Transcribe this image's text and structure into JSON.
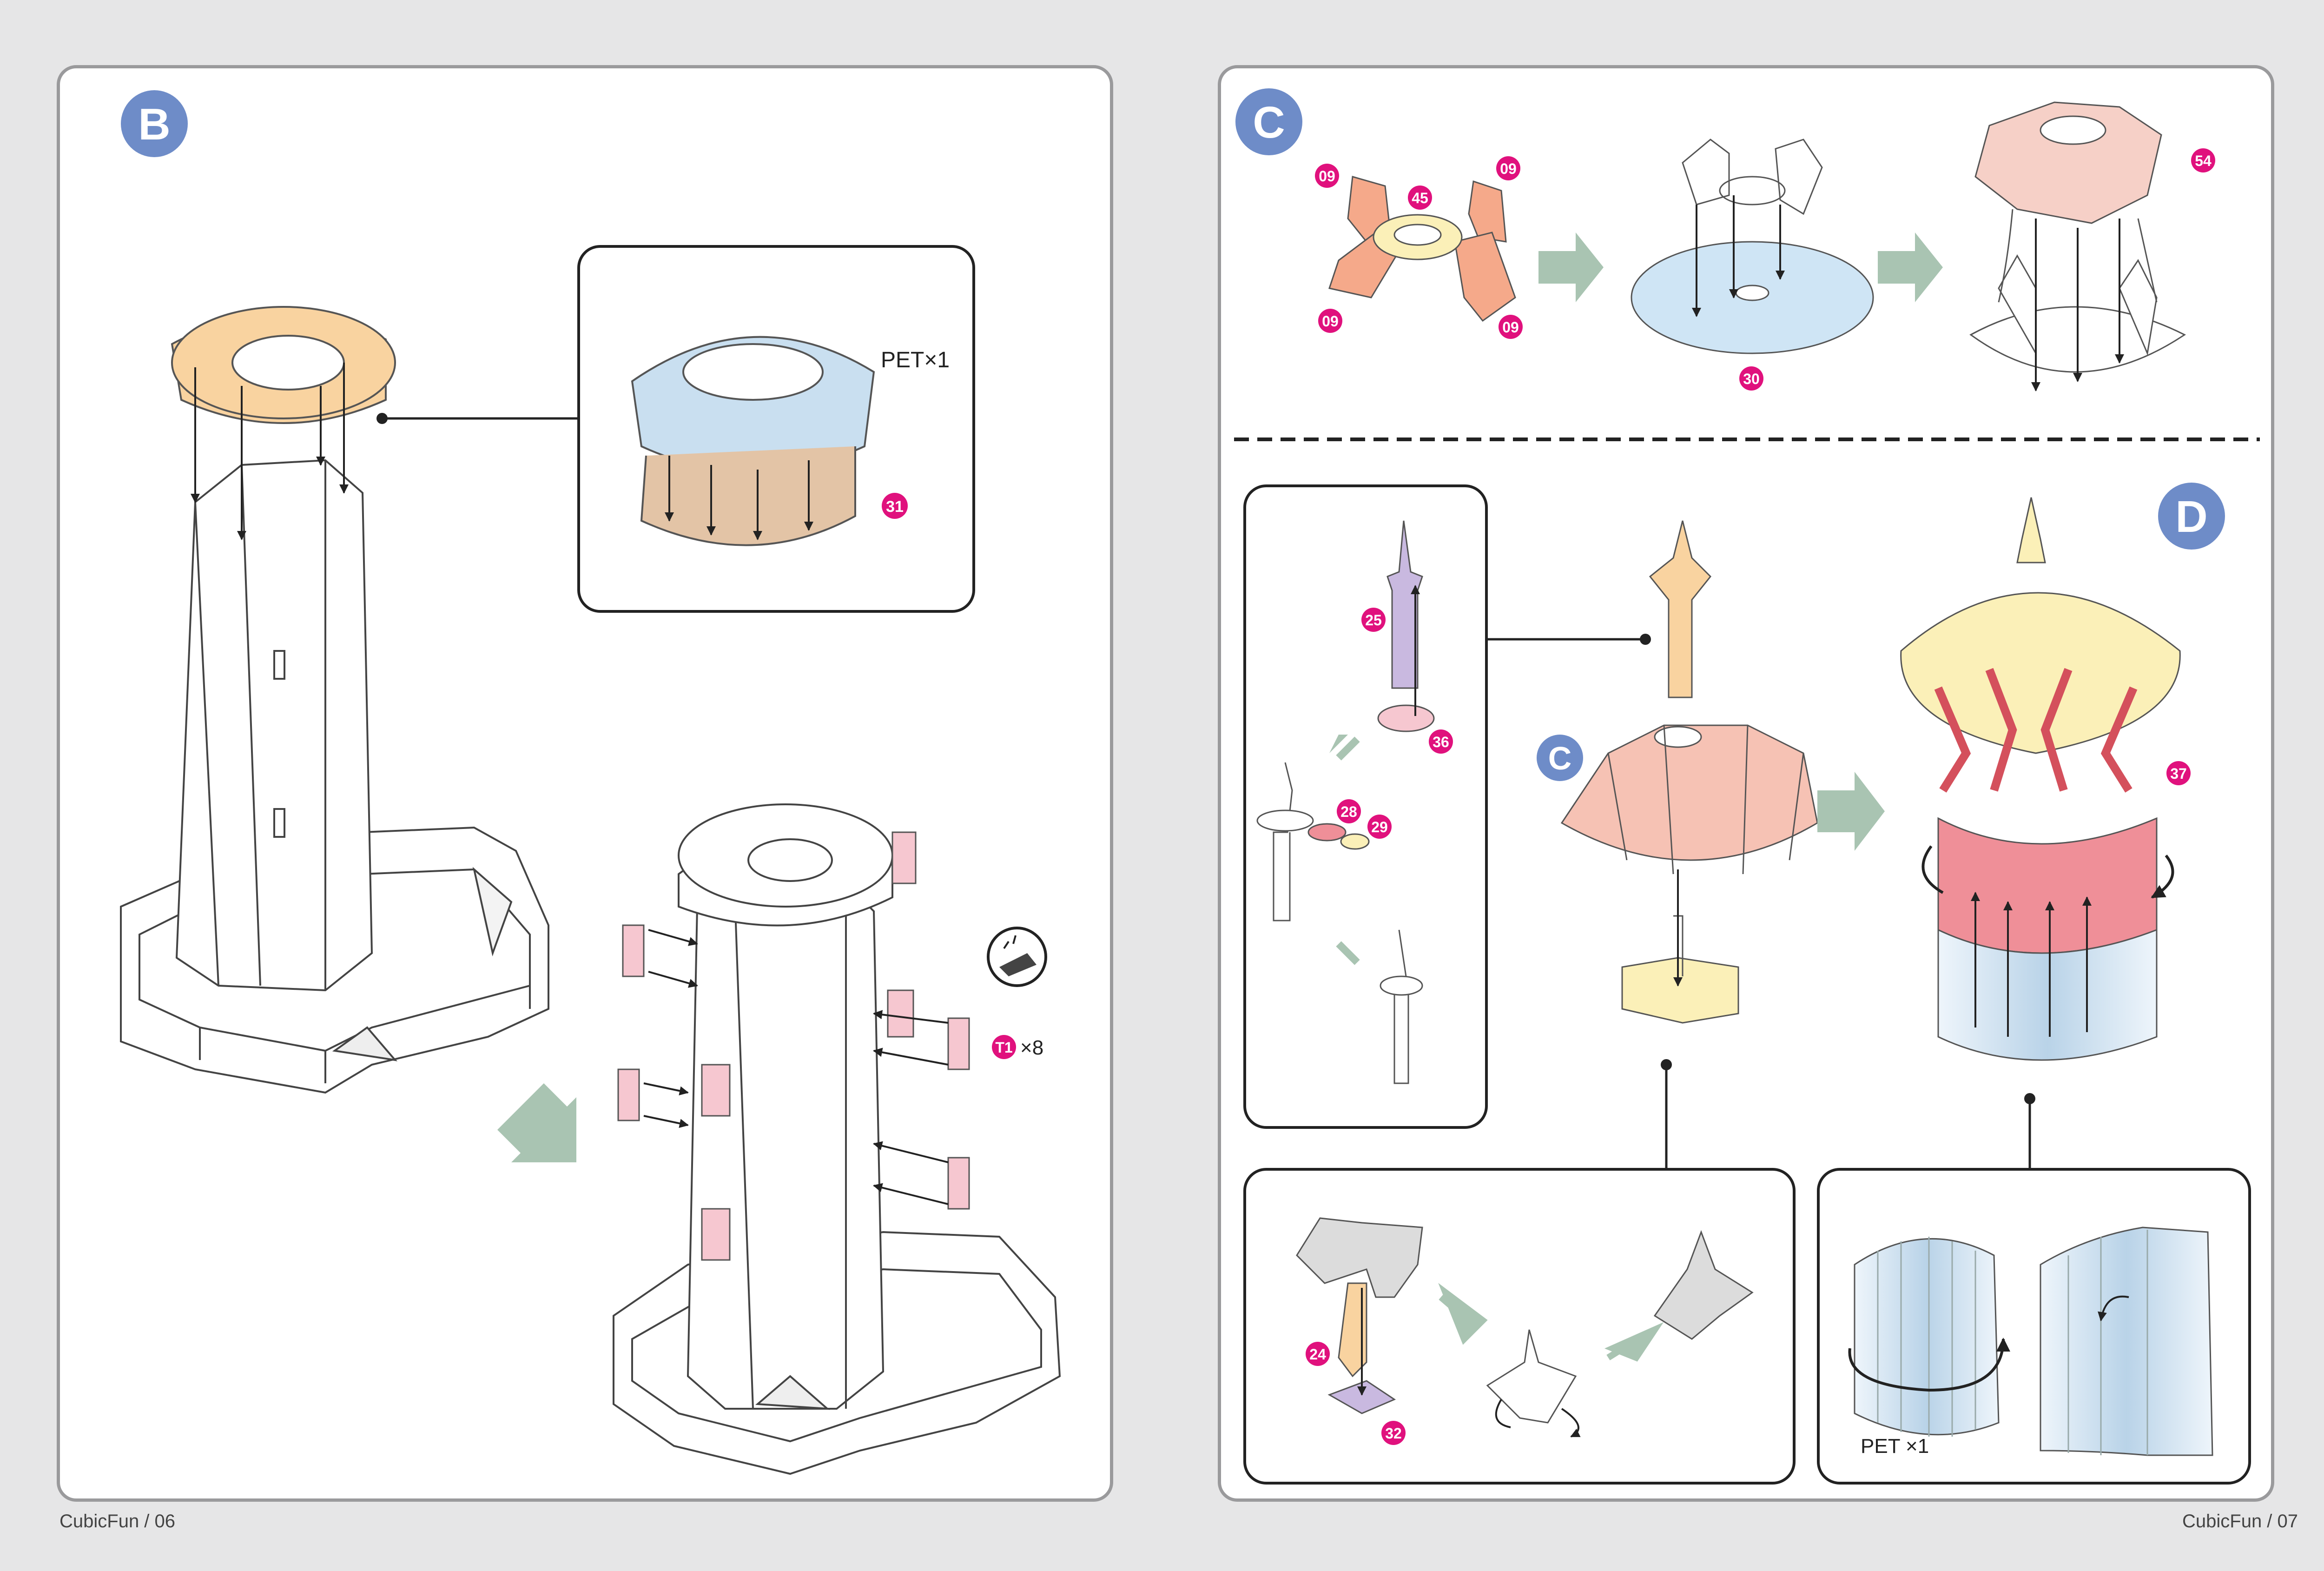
{
  "footer": {
    "left": "CubicFun / 06",
    "right": "CubicFun / 07"
  },
  "steps": {
    "b": "B",
    "c": "C",
    "c_small": "C",
    "d": "D"
  },
  "labels": {
    "pet_top": "PET×1",
    "pet_bottom": "PET ×1",
    "t1": "T1",
    "t1_qty": "×8"
  },
  "parts": {
    "p09a": "09",
    "p09b": "09",
    "p09c": "09",
    "p09d": "09",
    "p45": "45",
    "p30": "30",
    "p54": "54",
    "p31": "31",
    "p25": "25",
    "p36": "36",
    "p28": "28",
    "p29": "29",
    "p37": "37",
    "p24": "24",
    "p32": "32"
  },
  "colors": {
    "step_badge": "#6e8cc8",
    "part_badge": "#e0117d",
    "arrow": "#a9c4b2",
    "frame": "#9a9a9c",
    "orange": "#f9d3a0",
    "salmon": "#f5a98a",
    "blue": "#cfe5f5",
    "pink": "#f6c7d0",
    "yellow": "#fbf0b8",
    "lilac": "#c9b9e0",
    "tan": "#e3c4a6",
    "red": "#ef8f98"
  }
}
